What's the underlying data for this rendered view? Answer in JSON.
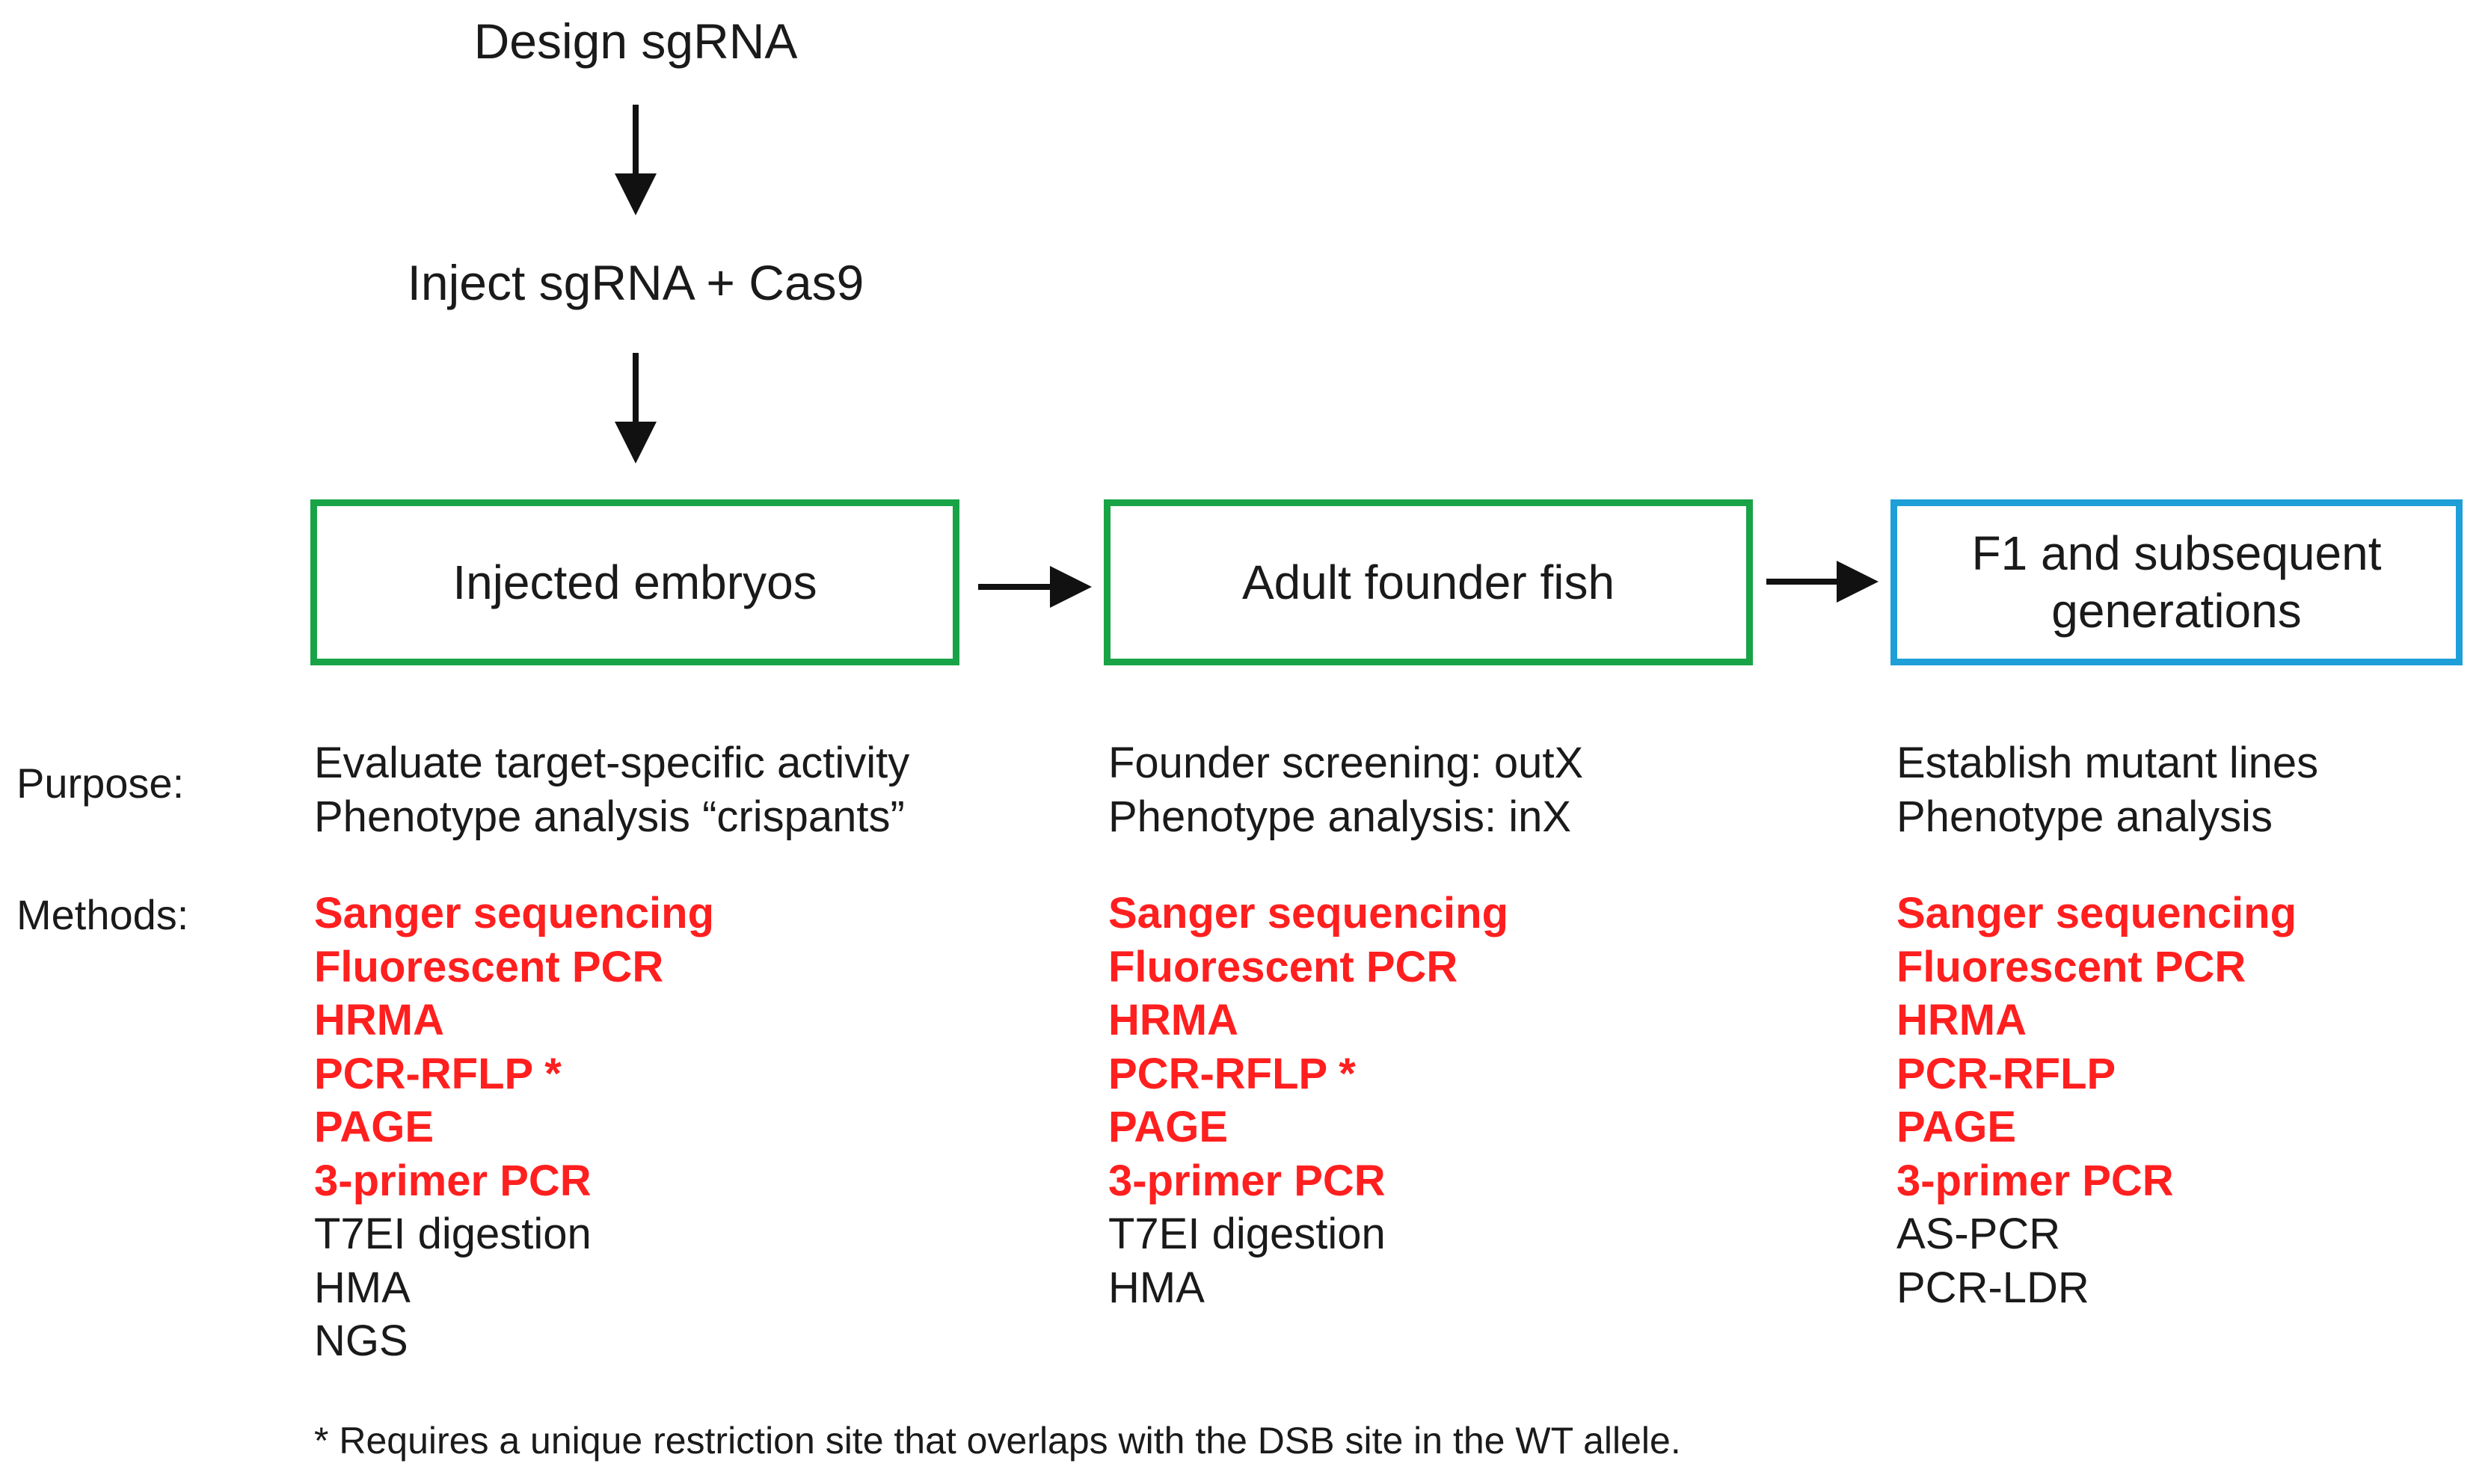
{
  "steps": {
    "design": "Design sgRNA",
    "inject": "Inject sgRNA + Cas9"
  },
  "boxes": {
    "embryos": "Injected embryos",
    "adult": "Adult founder fish",
    "f1_line1": "F1 and subsequent",
    "f1_line2": "generations"
  },
  "labels": {
    "purpose": "Purpose:",
    "methods": "Methods:"
  },
  "columns": [
    {
      "purpose": [
        "Evaluate target-specific activity",
        "Phenotype analysis “crispants”"
      ],
      "methods": [
        {
          "text": "Sanger sequencing",
          "highlight": true
        },
        {
          "text": "Fluorescent PCR",
          "highlight": true
        },
        {
          "text": "HRMA",
          "highlight": true
        },
        {
          "text": "PCR-RFLP *",
          "highlight": true
        },
        {
          "text": "PAGE",
          "highlight": true
        },
        {
          "text": "3-primer PCR",
          "highlight": true
        },
        {
          "text": "T7EI digestion",
          "highlight": false
        },
        {
          "text": "HMA",
          "highlight": false
        },
        {
          "text": "NGS",
          "highlight": false
        }
      ]
    },
    {
      "purpose": [
        "Founder screening: outX",
        "Phenotype analysis: inX"
      ],
      "methods": [
        {
          "text": "Sanger sequencing",
          "highlight": true
        },
        {
          "text": "Fluorescent PCR",
          "highlight": true
        },
        {
          "text": "HRMA",
          "highlight": true
        },
        {
          "text": "PCR-RFLP *",
          "highlight": true
        },
        {
          "text": "PAGE",
          "highlight": true
        },
        {
          "text": "3-primer PCR",
          "highlight": true
        },
        {
          "text": "T7EI digestion",
          "highlight": false
        },
        {
          "text": "HMA",
          "highlight": false
        }
      ]
    },
    {
      "purpose": [
        "Establish mutant lines",
        "Phenotype analysis"
      ],
      "methods": [
        {
          "text": "Sanger sequencing",
          "highlight": true
        },
        {
          "text": "Fluorescent PCR",
          "highlight": true
        },
        {
          "text": "HRMA",
          "highlight": true
        },
        {
          "text": "PCR-RFLP",
          "highlight": true
        },
        {
          "text": "PAGE",
          "highlight": true
        },
        {
          "text": "3-primer PCR",
          "highlight": true
        },
        {
          "text": "AS-PCR",
          "highlight": false
        },
        {
          "text": "PCR-LDR",
          "highlight": false
        }
      ]
    }
  ],
  "footnote": "* Requires a unique restriction site that overlaps with the DSB site in the WT allele.",
  "colors": {
    "highlight": "#ff1f1f",
    "green_border": "#19a347",
    "blue_border": "#1e9fd8",
    "text": "#1a1a1a"
  }
}
